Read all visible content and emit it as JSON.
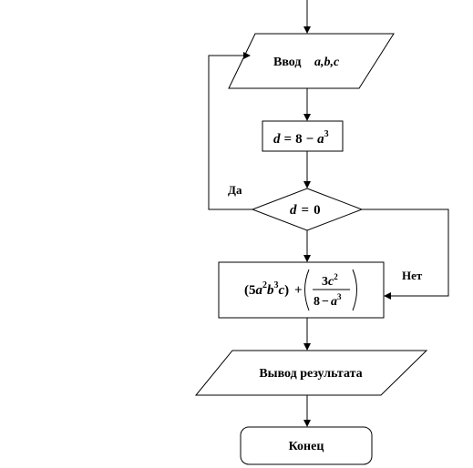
{
  "flowchart": {
    "input_block": {
      "keyword": "Ввод",
      "vars": "a,b,c"
    },
    "assign_block": {
      "lhs": "d",
      "eq": "=",
      "const": "8",
      "minus": "−",
      "var": "a",
      "exp": "3"
    },
    "decision_block": {
      "lhs": "d",
      "eq": "=",
      "rhs": "0"
    },
    "branch_yes_label": "Да",
    "branch_no_label": "Нет",
    "formula_block": {
      "open": "(5",
      "a": "a",
      "a_exp": "2",
      "b": "b",
      "b_exp": "3",
      "c": "c",
      "close": ")",
      "plus": "+",
      "num_coef": "3",
      "num_var": "c",
      "num_exp": "2",
      "den_const": "8",
      "den_minus": "−",
      "den_var": "a",
      "den_exp": "3"
    },
    "output_block": {
      "label": "Вывод результата"
    },
    "end_block": {
      "label": "Конец"
    }
  }
}
